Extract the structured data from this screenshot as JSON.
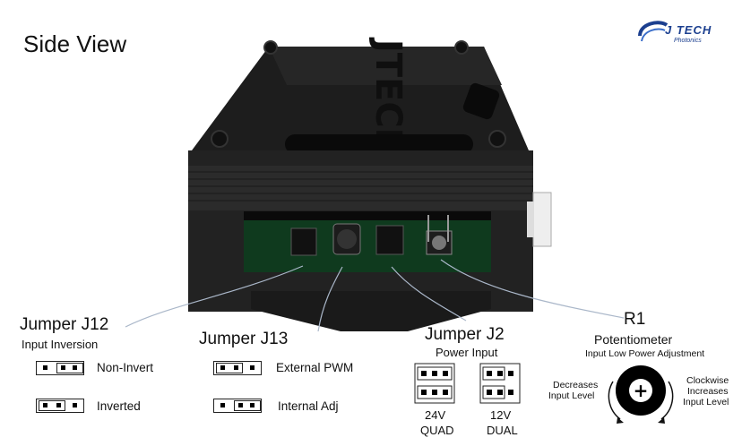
{
  "title": "Side View",
  "logo": {
    "brand": "J TECH",
    "sub": "Photonics"
  },
  "jumpers": {
    "j12": {
      "name": "Jumper J12",
      "desc": "Input Inversion",
      "options": [
        "Non-Invert",
        "Inverted"
      ]
    },
    "j13": {
      "name": "Jumper J13",
      "options": [
        "External PWM",
        "Internal Adj"
      ]
    },
    "j2": {
      "name": "Jumper J2",
      "desc": "Power Input",
      "left_line1": "24V",
      "left_line2": "QUAD",
      "right_line1": "12V",
      "right_line2": "DUAL"
    }
  },
  "r1": {
    "name": "R1",
    "type": "Potentiometer",
    "desc": "Input Low Power Adjustment",
    "ccw_line1": "Decreases",
    "ccw_line2": "Input Level",
    "cw_line1": "Clockwise",
    "cw_line2": "Increases",
    "cw_line3": "Input Level",
    "knob_symbol": "+"
  },
  "photo_text": "JTECH"
}
